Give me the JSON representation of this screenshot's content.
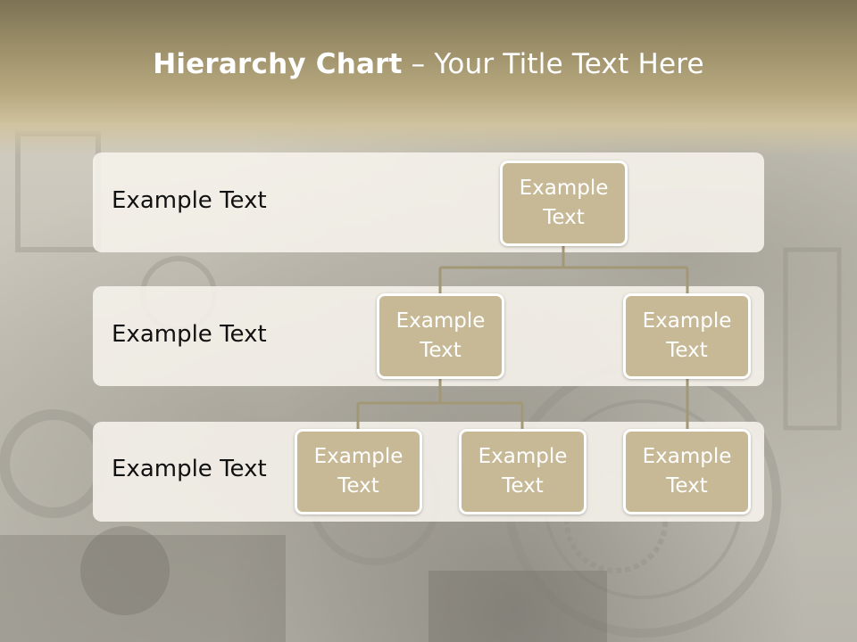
{
  "title": {
    "bold": "Hierarchy Chart",
    "rest": " – Your Title Text Here"
  },
  "levels": [
    {
      "label": "Example Text"
    },
    {
      "label": "Example Text"
    },
    {
      "label": "Example Text"
    }
  ],
  "nodes": {
    "root": "Example Text",
    "level2_left": "Example Text",
    "level2_right": "Example Text",
    "level3_a": "Example Text",
    "level3_b": "Example Text",
    "level3_c": "Example Text"
  },
  "colors": {
    "header_band": "#9c8f69",
    "node_fill": "#c7b996",
    "node_border": "#ffffff",
    "connector": "#a39876"
  }
}
